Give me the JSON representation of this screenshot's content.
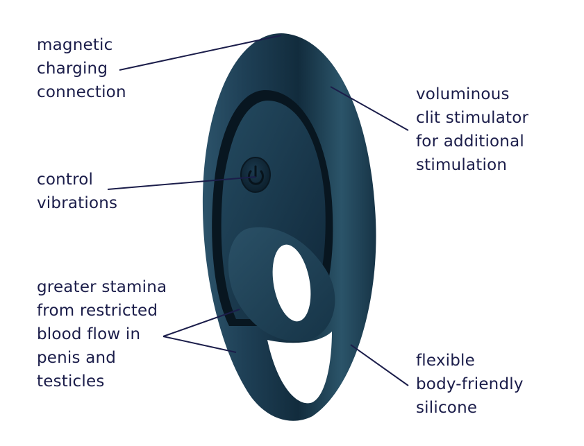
{
  "diagram": {
    "subject": "dual ring vibrator product",
    "colors": {
      "product": "#1e3f55",
      "product_dark": "#0b1c28",
      "product_highlight": "#3a6379",
      "text": "#1b1d4a",
      "leader_line": "#1b1d4a",
      "background": "#ffffff"
    },
    "callouts": [
      {
        "id": "magnetic-charging",
        "lines": [
          "magnetic",
          "charging",
          "connection"
        ]
      },
      {
        "id": "control-vibrations",
        "lines": [
          "control",
          "vibrations"
        ]
      },
      {
        "id": "greater-stamina",
        "lines": [
          "greater stamina",
          "from restricted",
          "blood flow in",
          "penis and",
          "testicles"
        ]
      },
      {
        "id": "clit-stimulator",
        "lines": [
          "voluminous",
          "clit stimulator",
          "for additional",
          "stimulation"
        ]
      },
      {
        "id": "silicone",
        "lines": [
          "flexible",
          "body-friendly",
          "silicone"
        ]
      }
    ],
    "icons": {
      "power_button": "power-icon"
    }
  }
}
